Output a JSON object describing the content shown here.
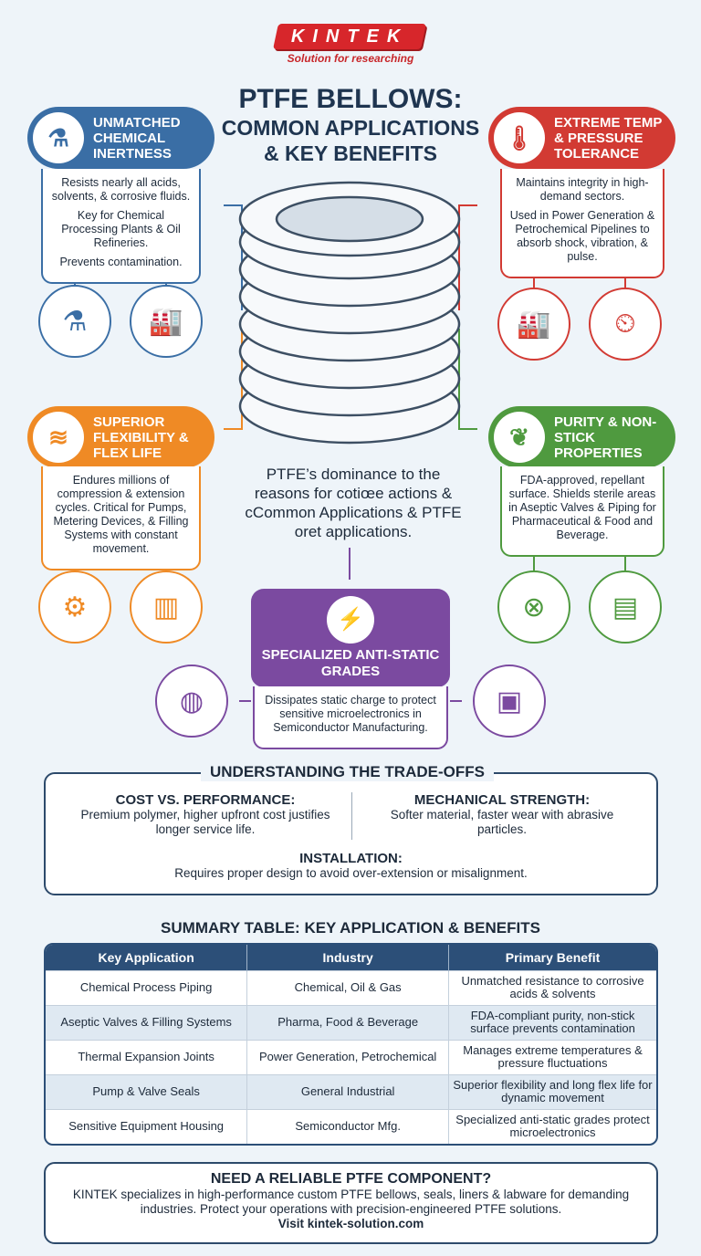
{
  "logo": {
    "brand": "KINTEK",
    "tagline": "Solution for researching"
  },
  "title": {
    "line1": "PTFE BELLOWS:",
    "line2": "COMMON APPLICATIONS",
    "line3": "& KEY BENEFITS"
  },
  "cards": [
    {
      "title": "UNMATCHED CHEMICAL INERTNESS",
      "color": "#3a6ea5",
      "icon": "flask-gear-icon",
      "body": [
        "Resists nearly all acids, solvents, & corrosive fluids.",
        "Key for Chemical Processing Plants & Oil Refineries.",
        "Prevents contamination."
      ],
      "images": [
        "chemical-reactor-icon",
        "oil-refinery-icon"
      ]
    },
    {
      "title": "EXTREME TEMP & PRESSURE TOLERANCE",
      "color": "#d23a33",
      "icon": "thermometer-icon",
      "body": [
        "Maintains integrity in high-demand sectors.",
        "Used in Power Generation & Petrochemical Pipelines to absorb shock, vibration, & pulse."
      ],
      "images": [
        "power-plant-icon",
        "pipeline-gauge-icon"
      ]
    },
    {
      "title": "SUPERIOR FLEXIBILITY & FLEX LIFE",
      "color": "#ef8a25",
      "icon": "spring-icon",
      "body": [
        "Endures millions of compression & extension cycles. Critical for Pumps, Metering Devices, & Filling Systems with constant movement."
      ],
      "images": [
        "pump-icon",
        "filling-machine-icon"
      ]
    },
    {
      "title": "PURITY & NON-STICK PROPERTIES",
      "color": "#4f9a3f",
      "icon": "leaf-drop-icon",
      "body": [
        "FDA-approved, repellant surface. Shields sterile areas in Aseptic Valves & Piping for Pharmaceutical & Food and Beverage."
      ],
      "images": [
        "valve-icon",
        "food-conveyor-icon"
      ]
    },
    {
      "title": "SPECIALIZED ANTI-STATIC GRADES",
      "color": "#7b4aa0",
      "icon": "chip-icon",
      "body": [
        "Dissipates static charge to protect sensitive microelectronics in Semiconductor Manufacturing."
      ],
      "images": [
        "silicon-wafer-icon",
        "cleanroom-machine-icon"
      ]
    }
  ],
  "center_text": "PTFE’s dominance to the reasons for cotiœe actions & cCommon Applications & PTFE oret applications.",
  "tradeoffs": {
    "title": "UNDERSTANDING THE TRADE-OFFS",
    "items": [
      {
        "heading": "COST VS. PERFORMANCE:",
        "text": "Premium polymer, higher upfront cost justifies longer service life."
      },
      {
        "heading": "MECHANICAL STRENGTH:",
        "text": "Softer material, faster wear with abrasive particles."
      },
      {
        "heading": "INSTALLATION:",
        "text": "Requires proper design to avoid over-extension or misalignment."
      }
    ]
  },
  "summary": {
    "title": "SUMMARY TABLE: KEY APPLICATION & BENEFITS",
    "headers": [
      "Key Application",
      "Industry",
      "Primary Benefit"
    ],
    "rows": [
      [
        "Chemical Process Piping",
        "Chemical, Oil & Gas",
        "Unmatched resistance to corrosive acids & solvents"
      ],
      [
        "Aseptic Valves & Filling Systems",
        "Pharma, Food & Beverage",
        "FDA-compliant purity, non-stick surface prevents contamination"
      ],
      [
        "Thermal Expansion Joints",
        "Power Generation, Petrochemical",
        "Manages extreme temperatures & pressure fluctuations"
      ],
      [
        "Pump & Valve Seals",
        "General Industrial",
        "Superior flexibility and long flex life for dynamic movement"
      ],
      [
        "Sensitive Equipment Housing",
        "Semiconductor Mfg.",
        "Specialized anti-static grades protect microelectronics"
      ]
    ]
  },
  "footer": {
    "heading": "NEED A RELIABLE PTFE COMPONENT?",
    "text": "KINTEK specializes in high-performance custom PTFE bellows, seals, liners & labware for demanding industries. Protect your operations with precision-engineered PTFE solutions.",
    "cta": "Visit kintek-solution.com"
  }
}
